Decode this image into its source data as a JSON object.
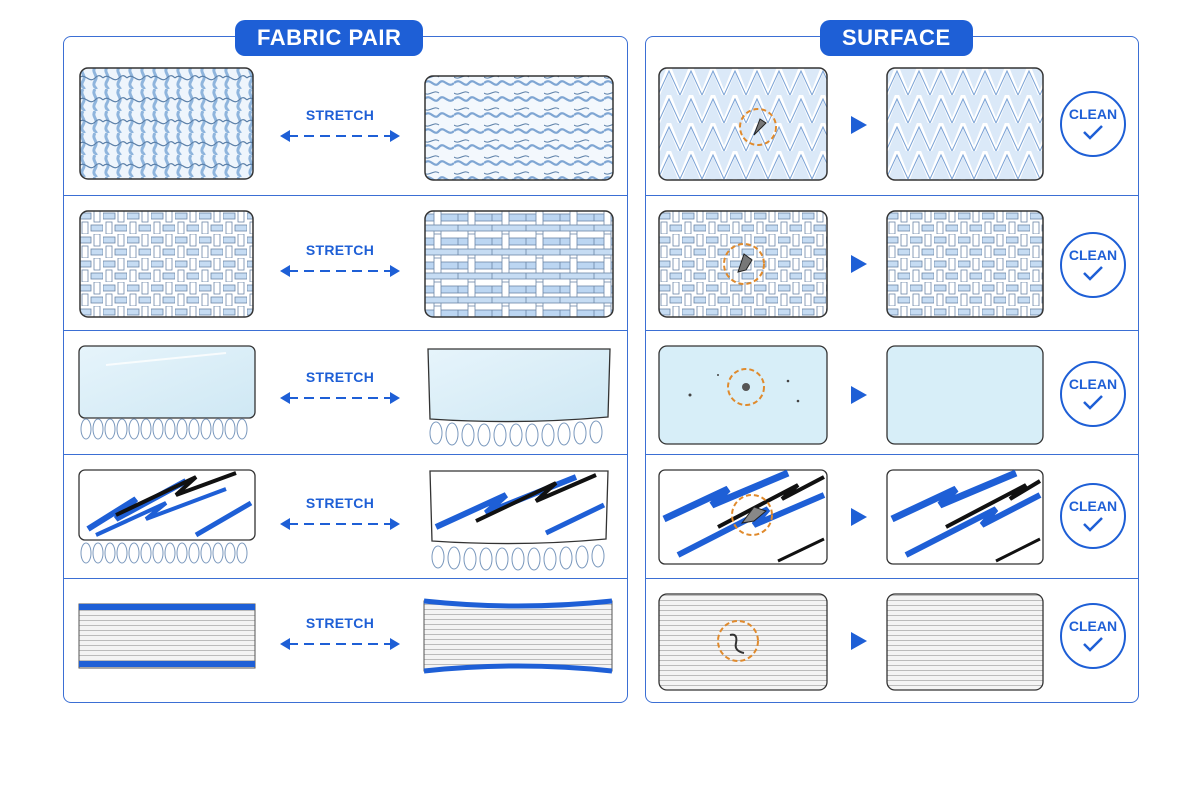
{
  "panels": {
    "left": {
      "title": "FABRIC PAIR"
    },
    "right": {
      "title": "SURFACE"
    }
  },
  "labels": {
    "stretch": "STRETCH",
    "clean": "CLEAN"
  },
  "rows": [
    {
      "fabric": "knit-mesh",
      "action": "STRETCH",
      "result": "CLEAN"
    },
    {
      "fabric": "basket-weave",
      "action": "STRETCH",
      "result": "CLEAN"
    },
    {
      "fabric": "fringed-film",
      "action": "STRETCH",
      "result": "CLEAN"
    },
    {
      "fabric": "blue-black-streak",
      "action": "STRETCH",
      "result": "CLEAN"
    },
    {
      "fabric": "ribbed-band",
      "action": "STRETCH",
      "result": "CLEAN"
    }
  ],
  "colors": {
    "accent": "#1e5fd6",
    "marker": "#e08a2c",
    "fabric_light": "#cfe3f7",
    "fabric_film": "#d7eef8"
  }
}
